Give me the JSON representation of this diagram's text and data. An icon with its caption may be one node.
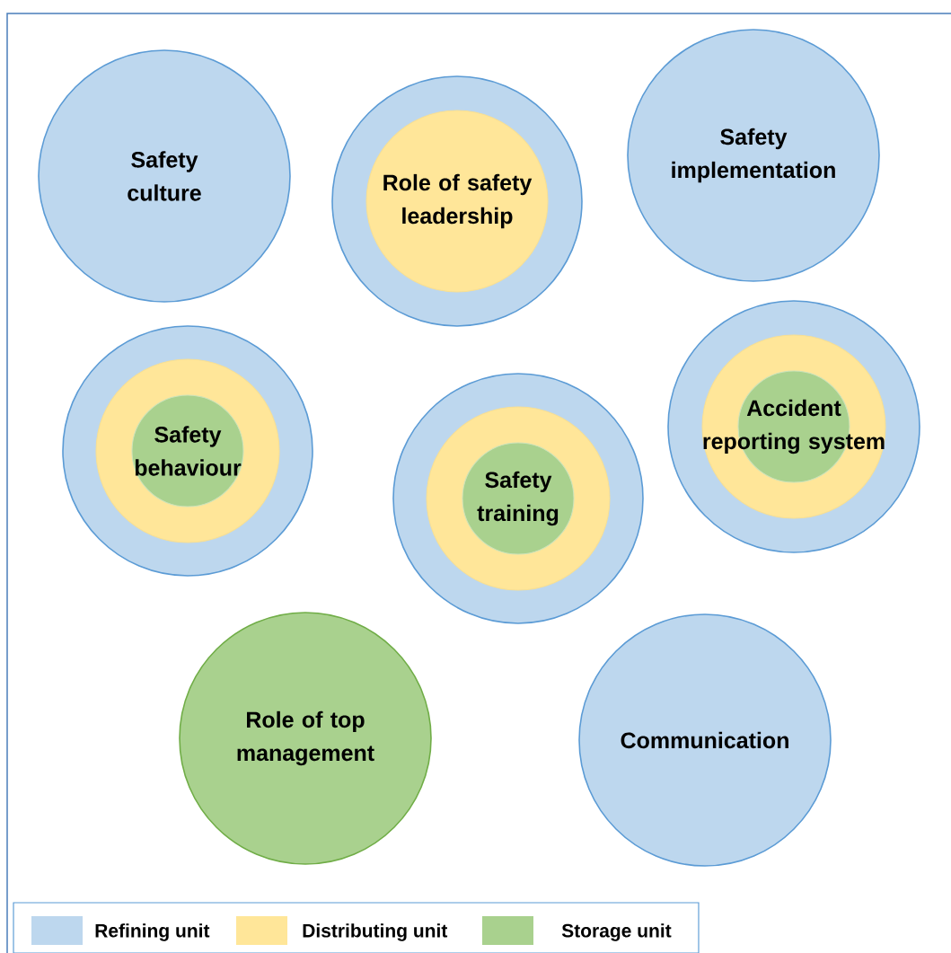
{
  "diagram": {
    "nodes": [
      {
        "text": [
          "Safety culture"
        ]
      },
      {
        "text": [],
        "shape": "circle"
      },
      {
        "text": [
          "Role of safety leadership"
        ],
        "in": 1
      },
      {
        "text": [
          "Safety implementation"
        ]
      },
      {
        "text": [],
        "shape": "circle"
      },
      {
        "text": [],
        "shape": "circle",
        "in": 4
      },
      {
        "text": [
          "Safety behaviour"
        ],
        "in": 5
      },
      {
        "text": [],
        "shape": "circle"
      },
      {
        "text": [],
        "shape": "circle",
        "in": 7
      },
      {
        "text": [
          "Safety training"
        ],
        "in": 8
      },
      {
        "text": [],
        "shape": "circle"
      },
      {
        "text": [],
        "shape": "circle",
        "in": 10
      },
      {
        "text": [
          "Accident reporting system"
        ],
        "in": 11
      },
      {
        "text": [
          "Role of top management"
        ]
      },
      {
        "text": [
          "Communication"
        ]
      }
    ],
    "legend": [
      {
        "text": "Refining unit",
        "color": "#bdd7ee"
      },
      {
        "text": "Distributing unit",
        "color": "#ffe699"
      },
      {
        "text": "Storage unit",
        "color": "#a9d18e"
      }
    ]
  }
}
